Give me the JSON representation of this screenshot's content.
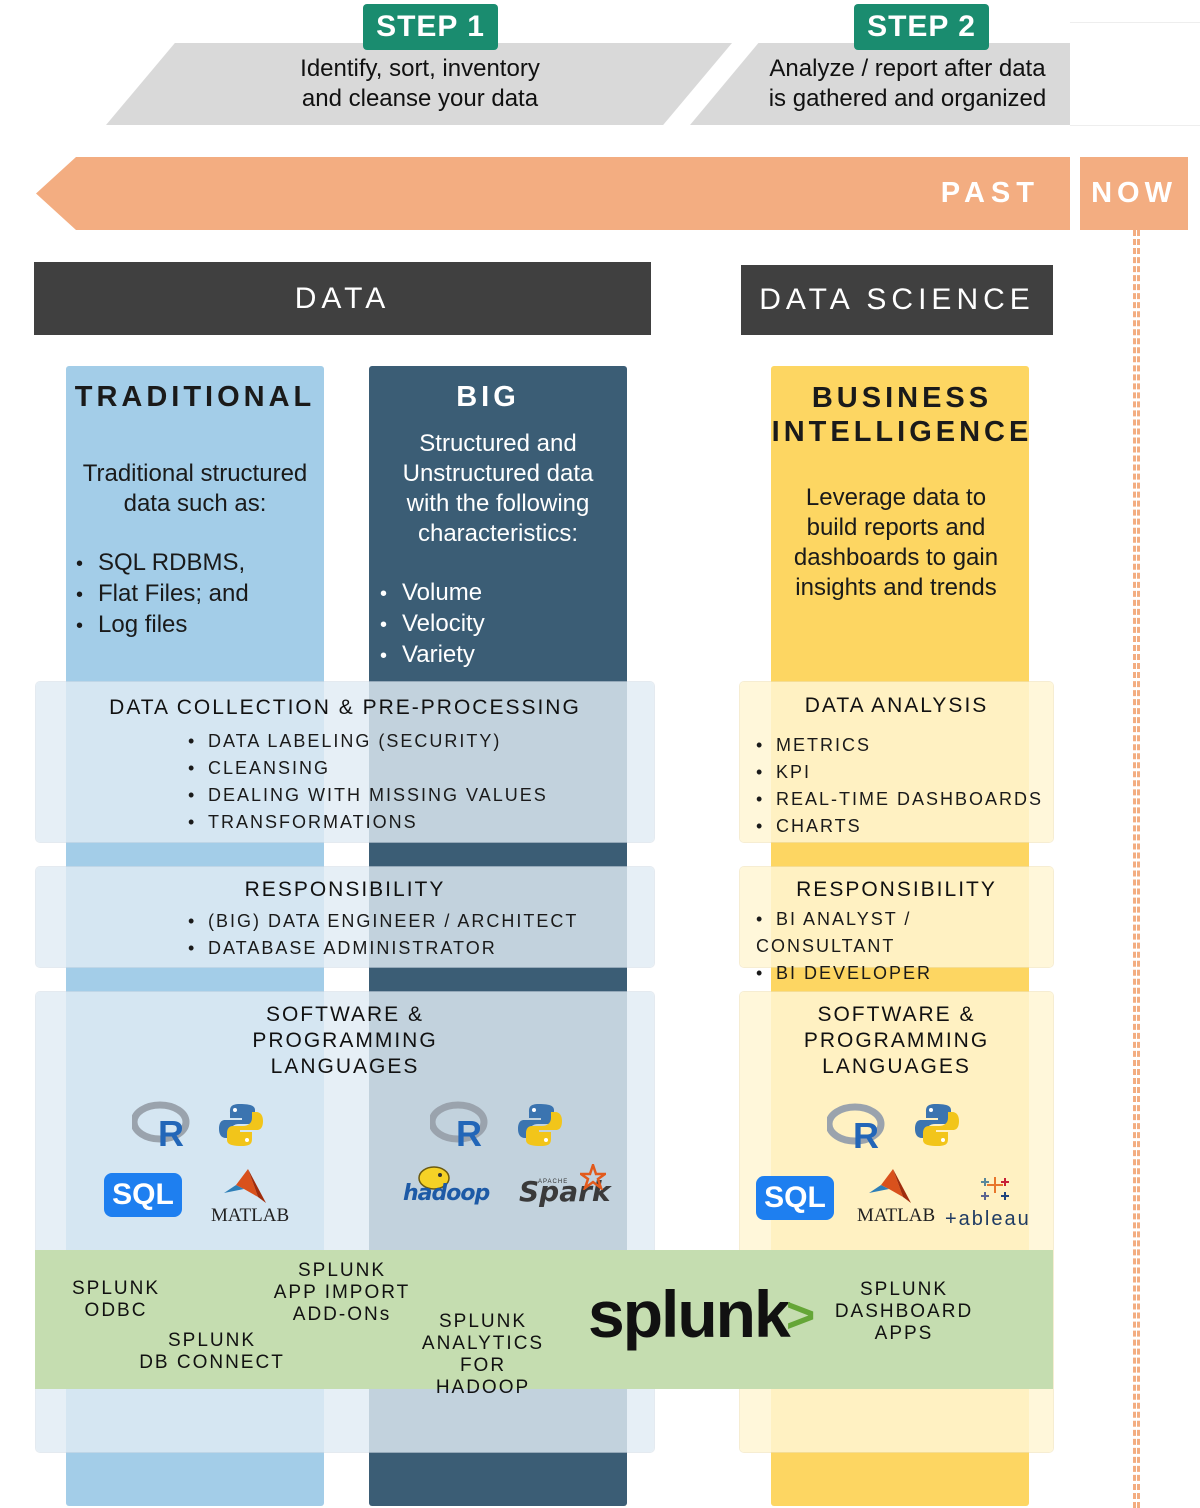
{
  "steps": [
    {
      "badge": "STEP 1",
      "line1": "Identify, sort, inventory",
      "line2": "and cleanse your data"
    },
    {
      "badge": "STEP 2",
      "line1": "Analyze / report after data",
      "line2": "is gathered and organized"
    }
  ],
  "timeline": {
    "past": "PAST",
    "now": "NOW"
  },
  "headers": {
    "data": "DATA",
    "data_science": "DATA SCIENCE"
  },
  "columns": {
    "traditional": {
      "title": "TRADITIONAL",
      "desc_line1": "Traditional structured",
      "desc_line2": "data such as:",
      "items": [
        "SQL RDBMS,",
        "Flat Files; and",
        "Log files"
      ]
    },
    "big": {
      "title": "BIG",
      "desc_lines": [
        "Structured and",
        "Unstructured data",
        "with the following",
        "characteristics:"
      ],
      "items": [
        "Volume",
        "Velocity",
        "Variety"
      ]
    },
    "bi": {
      "title_line1": "BUSINESS",
      "title_line2": "INTELLIGENCE",
      "desc_lines": [
        "Leverage data to",
        "build reports and",
        "dashboards to gain",
        "insights and trends"
      ]
    }
  },
  "panels": {
    "data_collection": {
      "title": "DATA COLLECTION & PRE-PROCESSING",
      "items": [
        "DATA LABELING (SECURITY)",
        "CLEANSING",
        "DEALING WITH MISSING VALUES",
        "TRANSFORMATIONS"
      ]
    },
    "data_analysis": {
      "title": "DATA ANALYSIS",
      "items": [
        "METRICS",
        "KPI",
        "REAL-TIME DASHBOARDS",
        "CHARTS"
      ]
    },
    "responsibility_data": {
      "title": "RESPONSIBILITY",
      "items": [
        "(BIG) DATA ENGINEER / ARCHITECT",
        "DATABASE ADMINISTRATOR"
      ]
    },
    "responsibility_ds": {
      "title": "RESPONSIBILITY",
      "items": [
        "BI ANALYST / CONSULTANT",
        "BI DEVELOPER"
      ]
    },
    "software_data": {
      "title_lines": [
        "SOFTWARE &",
        "PROGRAMMING",
        "LANGUAGES"
      ]
    },
    "software_ds": {
      "title_lines": [
        "SOFTWARE &",
        "PROGRAMMING",
        "LANGUAGES"
      ]
    }
  },
  "logos": {
    "r": "R",
    "sql": "SQL",
    "matlab": "MATLAB",
    "hadoop": "hadoop",
    "spark": "Spark",
    "spark_apache": "APACHE",
    "tableau": "+ableau"
  },
  "splunk": {
    "odbc": [
      "SPLUNK",
      "ODBC"
    ],
    "app_import": [
      "SPLUNK",
      "APP IMPORT",
      "ADD-ONs"
    ],
    "db_connect": [
      "SPLUNK",
      "DB CONNECT"
    ],
    "analytics": [
      "SPLUNK",
      "ANALYTICS FOR",
      "HADOOP"
    ],
    "logo": "splunk",
    "dashboard": [
      "SPLUNK",
      "DASHBOARD",
      "APPS"
    ]
  },
  "colors": {
    "step_badge": "#1a8c6f",
    "timeline": "#f3ad81",
    "header": "#404040",
    "traditional": "#a3cde8",
    "big": "#3b5d75",
    "bi": "#fdd662",
    "splunk_band": "#c5ddb0",
    "splunk_chevron": "#65a637",
    "sql_logo": "#1e7ff0"
  }
}
